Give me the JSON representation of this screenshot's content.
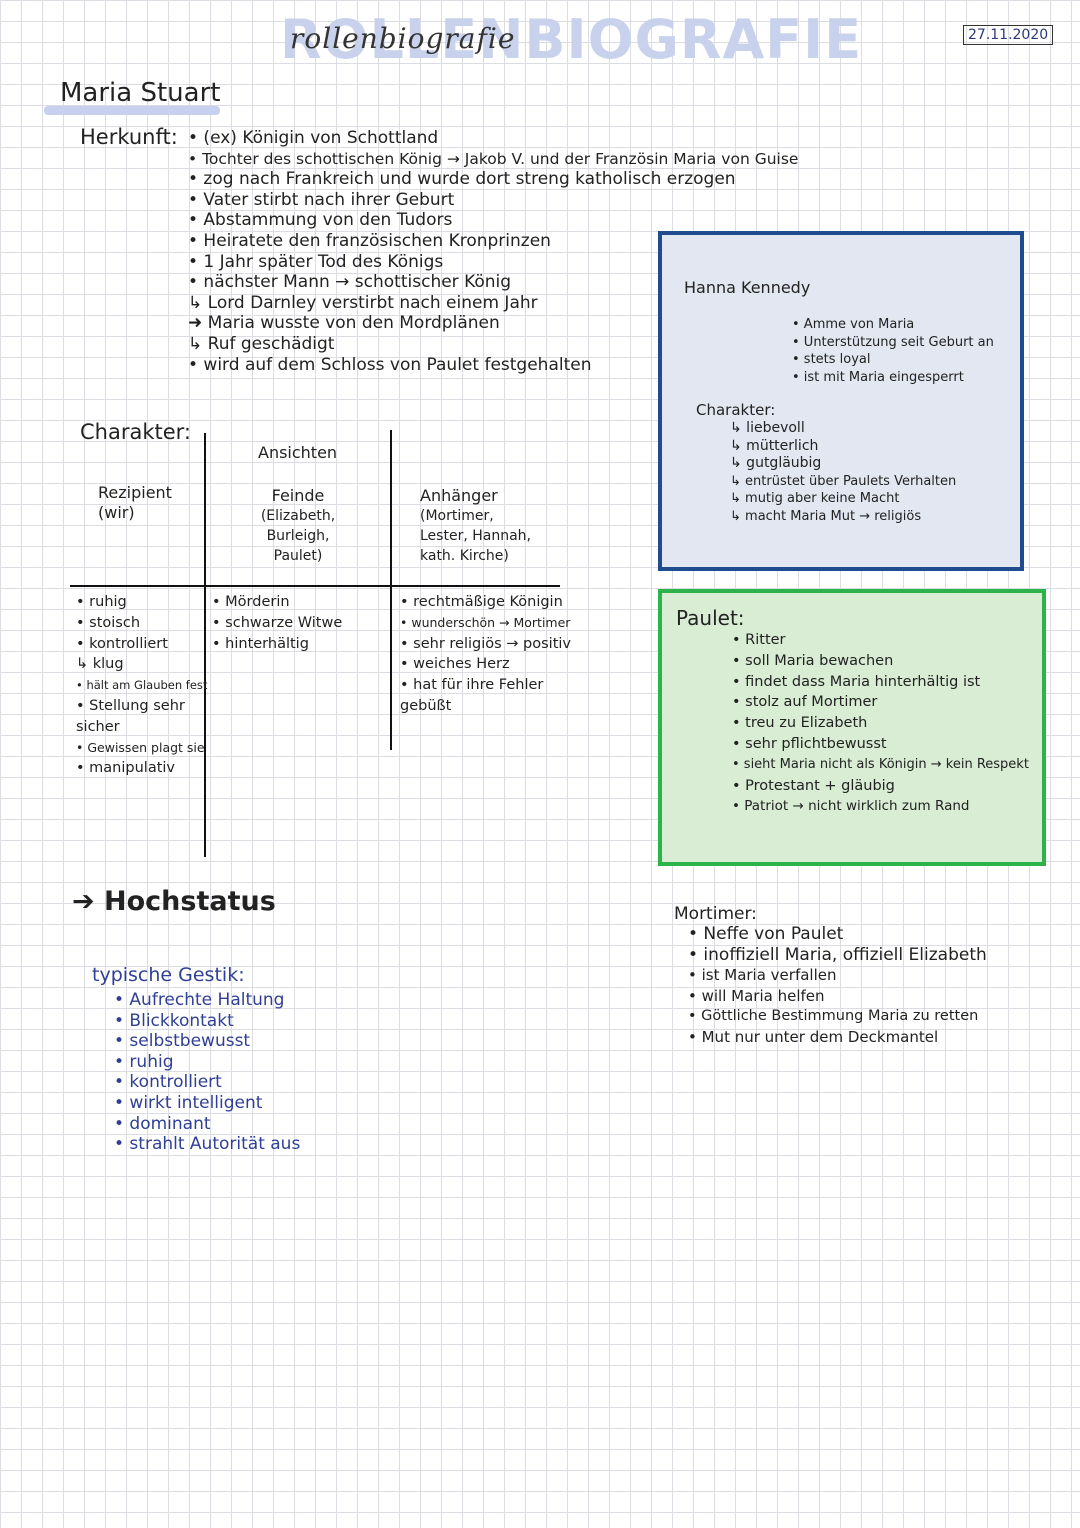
{
  "header": {
    "title_block": "ROLLENBIOGRAFIE",
    "title_script": "rollenbiografie",
    "date": "27.11.2020"
  },
  "maria": {
    "name": "Maria Stuart",
    "herkunft_label": "Herkunft:",
    "herkunft": [
      "• (ex) Königin von Schottland",
      "• Tochter des schottischen König → Jakob V. und der Französin Maria von Guise",
      "• zog nach Frankreich und wurde dort streng katholisch erzogen",
      "• Vater stirbt nach ihrer Geburt",
      "• Abstammung von den Tudors",
      "• Heiratete den französischen Kronprinzen",
      "• 1 Jahr später Tod des Königs",
      "• nächster Mann → schottischer König",
      "   ↳ Lord Darnley verstirbt nach einem Jahr",
      "   ➜ Maria wusste von den Mordplänen",
      "      ↳ Ruf geschädigt",
      "• wird auf dem Schloss von Paulet festgehalten"
    ],
    "charakter_label": "Charakter:",
    "table": {
      "col_header": "Ansichten",
      "row_header": [
        "Rezipient",
        "(wir)"
      ],
      "feinde": [
        "Feinde",
        "(Elizabeth,",
        "Burleigh,",
        "Paulet)"
      ],
      "anhaenger": [
        "Anhänger",
        "(Mortimer,",
        "Lester, Hannah,",
        "kath. Kirche)"
      ],
      "rezipient_values": [
        "• ruhig",
        "• stoisch",
        "• kontrolliert",
        "  ↳ klug",
        "• hält am Glauben fest",
        "",
        "• Stellung sehr",
        "  sicher",
        "• Gewissen plagt sie",
        "• manipulativ"
      ],
      "feinde_values": [
        "• Mörderin",
        "• schwarze Witwe",
        "• hinterhältig"
      ],
      "anhaenger_values": [
        "• rechtmäßige Königin",
        "• wunderschön → Mortimer",
        "• sehr religiös → positiv",
        "• weiches Herz",
        "• hat für ihre Fehler",
        "  gebüßt"
      ]
    },
    "status": "➔ Hochstatus",
    "gestik_label": "typische Gestik:",
    "gestik": [
      "• Aufrechte Haltung",
      "• Blickkontakt",
      "• selbstbewusst",
      "• ruhig",
      "• kontrolliert",
      "• wirkt intelligent",
      "• dominant",
      "• strahlt Autorität aus"
    ]
  },
  "hanna": {
    "name": "Hanna Kennedy",
    "facts": [
      "• Amme von Maria",
      "• Unterstützung seit Geburt an",
      "• stets loyal",
      "• ist mit Maria eingesperrt"
    ],
    "charakter_label": "Charakter:",
    "charakter": [
      "↳ liebevoll",
      "↳ mütterlich",
      "↳ gutgläubig",
      "↳ entrüstet über Paulets Verhalten",
      "↳ mutig aber keine Macht",
      "↳ macht Maria Mut → religiös"
    ]
  },
  "paulet": {
    "name": "Paulet:",
    "facts": [
      "• Ritter",
      "• soll Maria bewachen",
      "• findet dass Maria hinterhältig ist",
      "• stolz auf Mortimer",
      "• treu zu Elizabeth",
      "• sehr pflichtbewusst",
      "• sieht Maria nicht als Königin → kein Respekt",
      "• Protestant + gläubig",
      "• Patriot → nicht wirklich zum Rand"
    ]
  },
  "mortimer": {
    "name": "Mortimer:",
    "facts": [
      "• Neffe von Paulet",
      "• inoffiziell Maria, offiziell Elizabeth",
      "• ist Maria verfallen",
      "• will Maria helfen",
      "• Göttliche Bestimmung Maria zu retten",
      "• Mut nur unter dem Deckmantel"
    ]
  },
  "colors": {
    "title_block": "#c8d2ec",
    "highlight": "#c7d0ef",
    "blue_box_fill": "#e3e7f2",
    "blue_box_border": "#1f4c8f",
    "green_box_fill": "#d8edd4",
    "green_box_border": "#2cb34a",
    "gestik_ink": "#2f3f95"
  }
}
